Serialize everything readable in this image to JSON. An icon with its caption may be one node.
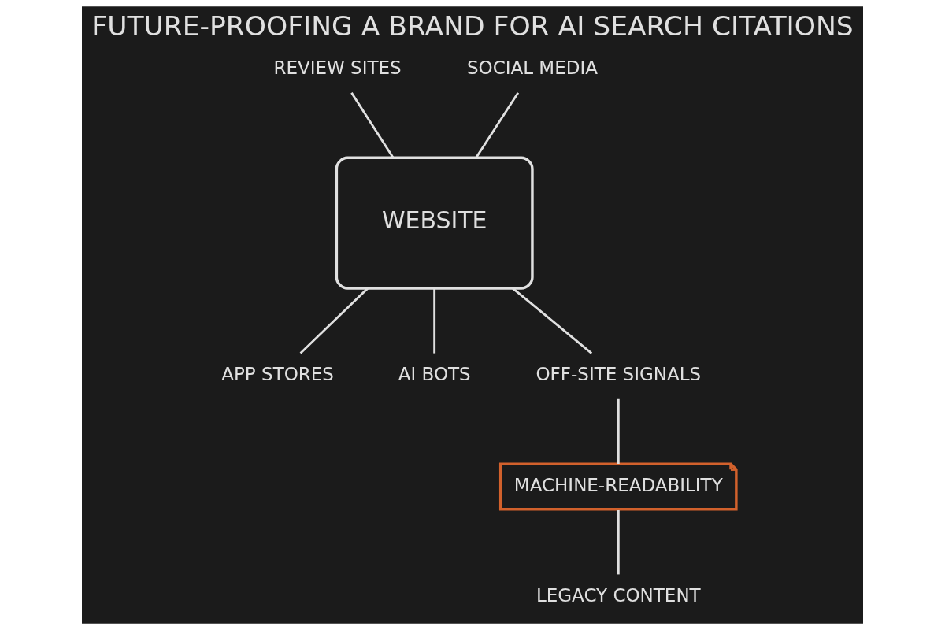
{
  "diagram": {
    "title": "FUTURE-PROOFING A BRAND FOR AI SEARCH CITATIONS",
    "nodes": [
      {
        "text": [
          "WEBSITE"
        ]
      },
      {
        "text": [
          "REVIEW SITES"
        ]
      },
      {
        "text": [
          "SOCIAL MEDIA"
        ]
      },
      {
        "text": [
          "APP STORES"
        ]
      },
      {
        "text": [
          "AI BOTS"
        ]
      },
      {
        "text": [
          "OFF-SITE SIGNALS"
        ]
      },
      {
        "text": [
          "MACHINE-READABILITY"
        ]
      },
      {
        "text": [
          "LEGACY CONTENT"
        ]
      }
    ],
    "edges": [
      {
        "from": 1,
        "to": 0,
        "arrow": "none"
      },
      {
        "from": 2,
        "to": 0,
        "arrow": "none"
      },
      {
        "from": 0,
        "to": 3,
        "arrow": "none"
      },
      {
        "from": 0,
        "to": 4,
        "arrow": "none"
      },
      {
        "from": 0,
        "to": 5,
        "arrow": "none"
      },
      {
        "from": 5,
        "to": 6,
        "arrow": "none"
      },
      {
        "from": 6,
        "to": 7,
        "arrow": "none"
      }
    ]
  }
}
